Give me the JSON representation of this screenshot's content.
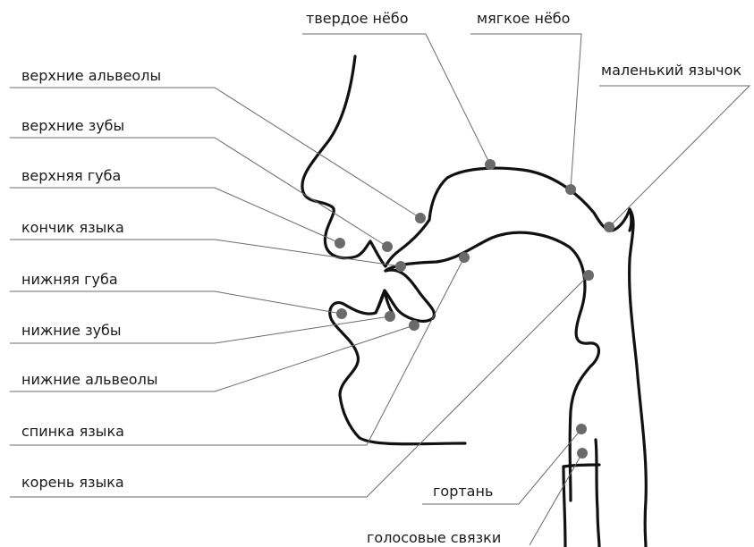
{
  "labels": {
    "hard_palate": "твердое нёбо",
    "soft_palate": "мягкое нёбо",
    "uvula": "маленький язычок",
    "upper_alveoli": "верхние альвеолы",
    "upper_teeth": "верхние зубы",
    "upper_lip": "верхняя губа",
    "tongue_tip": "кончик языка",
    "lower_lip": "нижняя губа",
    "lower_teeth": "нижние зубы",
    "lower_alveoli": "нижние альвеолы",
    "tongue_back": "спинка языка",
    "tongue_root": "корень языка",
    "larynx": "гортань",
    "vocal_cords": "голосовые связки"
  }
}
